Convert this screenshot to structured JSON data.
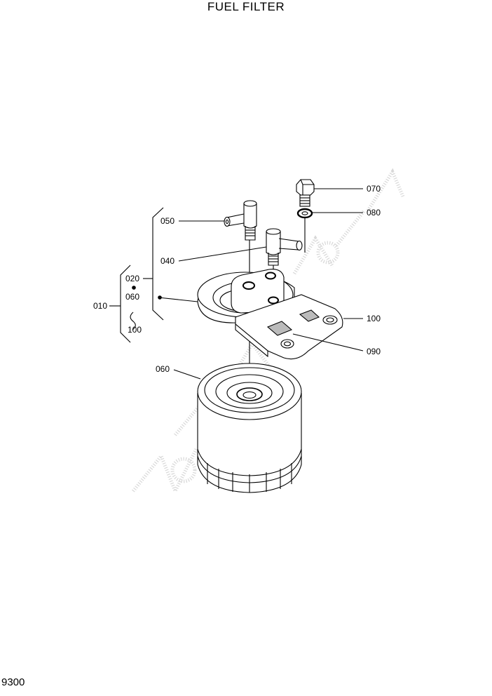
{
  "title": "FUEL FILTER",
  "page_number": "9300",
  "callouts": {
    "c070": "070",
    "c080": "080",
    "c050": "050",
    "c040": "040",
    "c100": "100",
    "c090": "090",
    "c060": "060",
    "c010": "010"
  },
  "assembly_group": {
    "start": "020",
    "middle": "060",
    "end": "100"
  }
}
